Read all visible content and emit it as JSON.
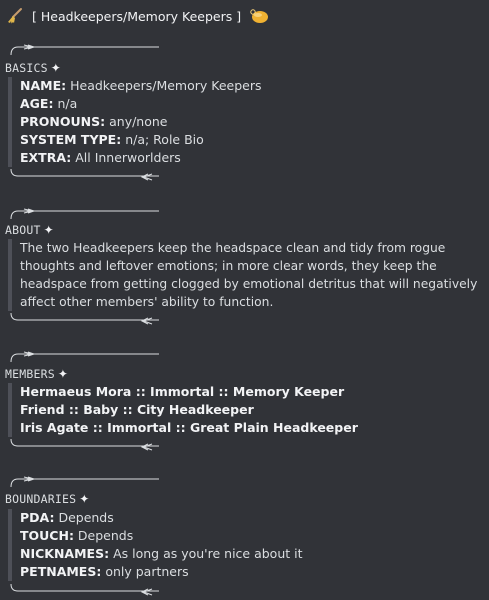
{
  "header": {
    "title": "[ Headkeepers/Memory Keepers ]",
    "left_icon": "broom-icon",
    "right_icon": "soap-icon"
  },
  "basics": {
    "heading": "BASICS",
    "star": "✦",
    "rows": [
      {
        "label": "NAME:",
        "value": "Headkeepers/Memory Keepers"
      },
      {
        "label": "AGE:",
        "value": "n/a"
      },
      {
        "label": "PRONOUNS:",
        "value": "any/none"
      },
      {
        "label": "SYSTEM TYPE:",
        "value": "n/a; Role Bio"
      },
      {
        "label": "EXTRA:",
        "value": "All Innerworlders"
      }
    ]
  },
  "about": {
    "heading": "ABOUT",
    "star": "✦",
    "text": "The two Headkeepers keep the headspace clean and tidy from rogue thoughts and leftover emotions; in more clear words, they keep the headspace from getting clogged by emotional detritus that will negatively affect other members' ability to function."
  },
  "members": {
    "heading": "MEMBERS",
    "star": "✦",
    "rows": [
      "Hermaeus Mora :: Immortal :: Memory Keeper",
      "Friend :: Baby :: City Headkeeper",
      "Iris Agate :: Immortal :: Great Plain Headkeeper"
    ]
  },
  "boundaries": {
    "heading": "BOUNDARIES",
    "star": "✦",
    "rows": [
      {
        "label": "PDA:",
        "value": "Depends"
      },
      {
        "label": "TOUCH:",
        "value": "Depends"
      },
      {
        "label": "NICKNAMES:",
        "value": "As long as you're nice about it"
      },
      {
        "label": "PETNAMES:",
        "value": "only partners"
      }
    ]
  },
  "colors": {
    "background": "#313338",
    "text": "#dbdee1",
    "quote_bar": "#4e5058"
  }
}
